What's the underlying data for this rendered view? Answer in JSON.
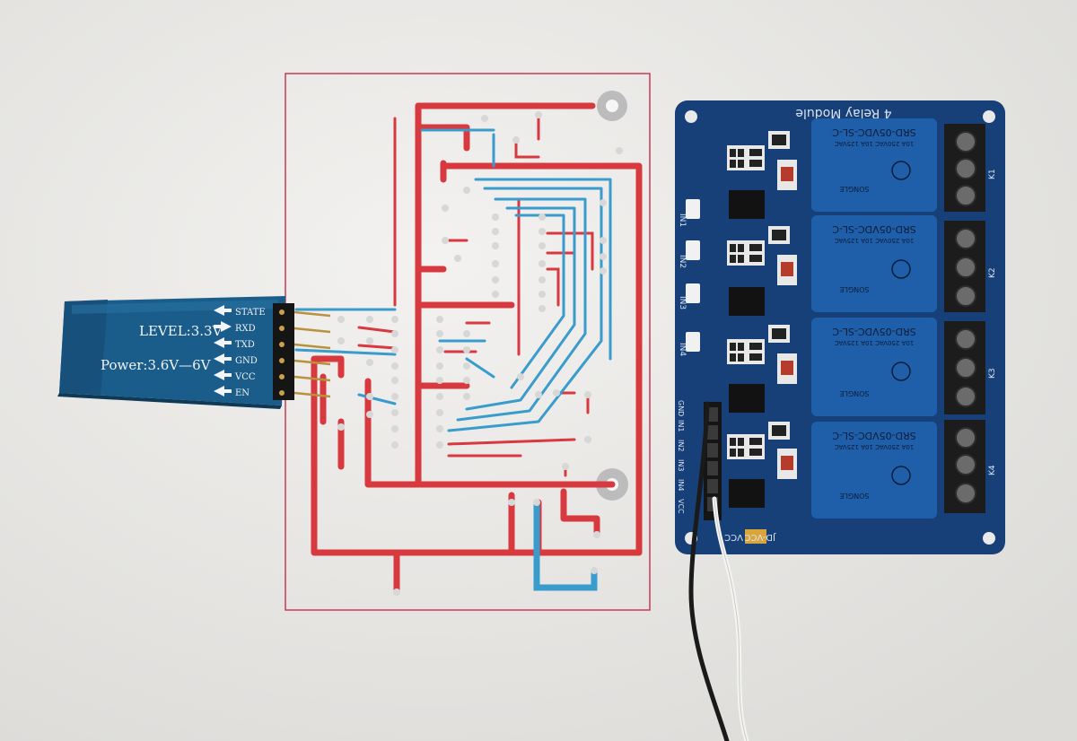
{
  "photo": {
    "colors": {
      "paper": "#ecebe9",
      "trace_red": "#d8393f",
      "trace_blue": "#3a9ccc",
      "pcb_blue": "#173f78",
      "relay_blue": "#1f5ea8",
      "bt_blue": "#1b5d8a"
    }
  },
  "bt_module": {
    "level": "LEVEL:3.3V",
    "power": "Power:3.6V—6V",
    "pins": [
      "STATE",
      "RXD",
      "TXD",
      "GND",
      "VCC",
      "EN"
    ]
  },
  "relay_board": {
    "title": "4 Relay Module",
    "jumper_label": "JD-VCC",
    "vcc_label": "VCC",
    "inputs": [
      "IN1",
      "IN2",
      "IN3",
      "IN4"
    ],
    "header_pins": [
      "GND",
      "IN1",
      "IN2",
      "IN3",
      "IN4",
      "VCC"
    ],
    "relays": [
      {
        "terminal": "K1",
        "model": "SRD-05VDC-SL-C",
        "rating": "10A 250VAC 10A 125VAC",
        "brand": "SONGLE"
      },
      {
        "terminal": "K2",
        "model": "SRD-05VDC-SL-C",
        "rating": "10A 250VAC 10A 125VAC",
        "brand": "SONGLE"
      },
      {
        "terminal": "K3",
        "model": "SRD-05VDC-SL-C",
        "rating": "10A 250VAC 10A 125VAC",
        "brand": "SONGLE"
      },
      {
        "terminal": "K4",
        "model": "SRD-05VDC-SL-C",
        "rating": "10A 250VAC 10A 125VAC",
        "brand": "SONGLE"
      }
    ]
  }
}
